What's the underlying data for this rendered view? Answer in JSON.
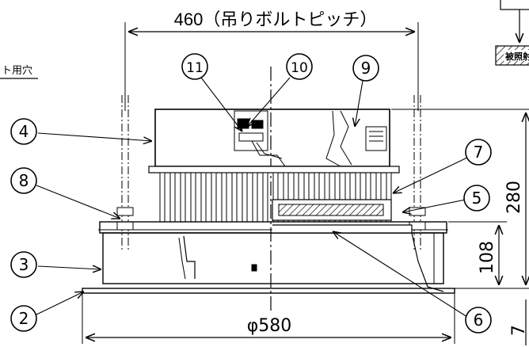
{
  "drawing": {
    "top_dimension": "460（吊りボルトピッチ）",
    "bottom_dimension": "φ580",
    "height_total": "280",
    "height_body": "108",
    "height_flange": "7",
    "hole_note": "ト用穴",
    "corner_label": "被照射"
  },
  "callouts": [
    "11",
    "10",
    "9",
    "4",
    "8",
    "7",
    "5",
    "3",
    "2",
    "6"
  ]
}
